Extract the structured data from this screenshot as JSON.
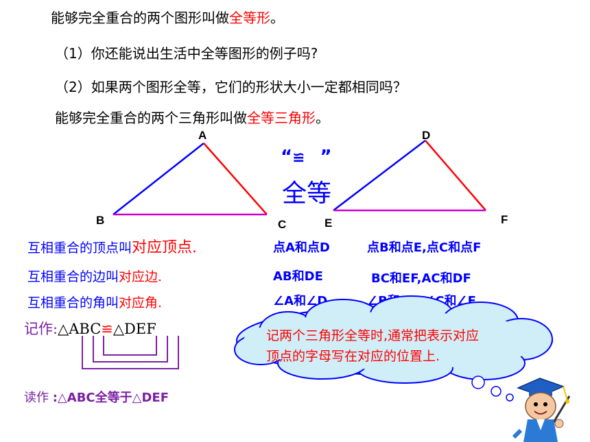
{
  "definitions": {
    "congruent_figures_prefix": "能够完全重合的两个图形叫做",
    "congruent_figures_term": "全等形",
    "period": "。",
    "question1": "（1）你还能说出生活中全等图形的例子吗?",
    "question2": "（2）如果两个图形全等，它们的形状大小一定都相同吗？",
    "congruent_triangles_prefix": "能够完全重合的两个三角形叫做",
    "congruent_triangles_term": "全等三角形"
  },
  "symbol": {
    "open_quote": "“",
    "congruence_sign": "≌",
    "close_quote": "”",
    "name": "全等"
  },
  "triangle1": {
    "A": "A",
    "B": "B",
    "C": "C"
  },
  "triangle2": {
    "D": "D",
    "E": "E",
    "F": "F"
  },
  "terms": {
    "vertices_prefix": "互相重合的顶点叫",
    "vertices_term": "对应顶点.",
    "sides_prefix": "互相重合的边叫",
    "sides_term": "对应边.",
    "angles_prefix": "互相重合的角叫",
    "angles_term": "对应角."
  },
  "correspondences": {
    "vertex_1": "点A和点D",
    "vertex_2": "点B和点E,点C和点F",
    "side_1": "AB和DE",
    "side_2": "BC和EF,AC和DF",
    "angle_1": "∠A和∠D",
    "angle_2": "∠B和∠E,∠C和∠F"
  },
  "notation": {
    "write_label": "记作:",
    "tri1": "△ABC",
    "congruent": "≌",
    "tri2": "△DEF",
    "read_label": "读作 ",
    "read_text": ":△ABC全等于△DEF"
  },
  "cloud": {
    "line1": "记两个三角形全等时,通常把表示对应",
    "line2": "顶点的字母写在对应的位置上."
  },
  "colors": {
    "red": "#ff0000",
    "blue": "#0000ff",
    "magenta": "#cc00cc",
    "purple": "#7a1fa2",
    "cloud_fill": "#cfeef7"
  },
  "icons": {
    "mascot": "professor-cartoon-icon"
  }
}
